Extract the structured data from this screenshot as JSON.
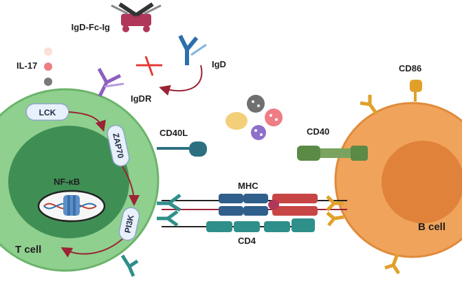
{
  "labels": {
    "igd_fc_ig": "IgD-Fc-Ig",
    "il17": "IL-17",
    "igdr": "IgDR",
    "igd": "IgD",
    "cd86": "CD86",
    "cd40l": "CD40L",
    "cd40": "CD40",
    "mhc": "MHC",
    "cd4": "CD4",
    "lck": "LCK",
    "zap70": "ZAP70",
    "pi3k": "PI3K",
    "nfkb": "NF-κB",
    "t_cell": "T cell",
    "b_cell": "B cell"
  },
  "colors": {
    "t_cell_outer": "#8fd08f",
    "t_cell_nucleus": "#3f8f55",
    "b_cell_outer": "#f0a35a",
    "b_cell_nucleus": "#e0823a",
    "arrow": "#9b2335",
    "inhibit": "#e53935",
    "receptor_purple": "#8e5fbf",
    "receptor_teal": "#2f8f8a",
    "receptor_gold": "#e0a02a",
    "mhc_blue": "#2f5f8a",
    "mhc_red": "#c84545",
    "cd40_green": "#5a8a45",
    "cd40l_teal": "#2c6f80"
  }
}
